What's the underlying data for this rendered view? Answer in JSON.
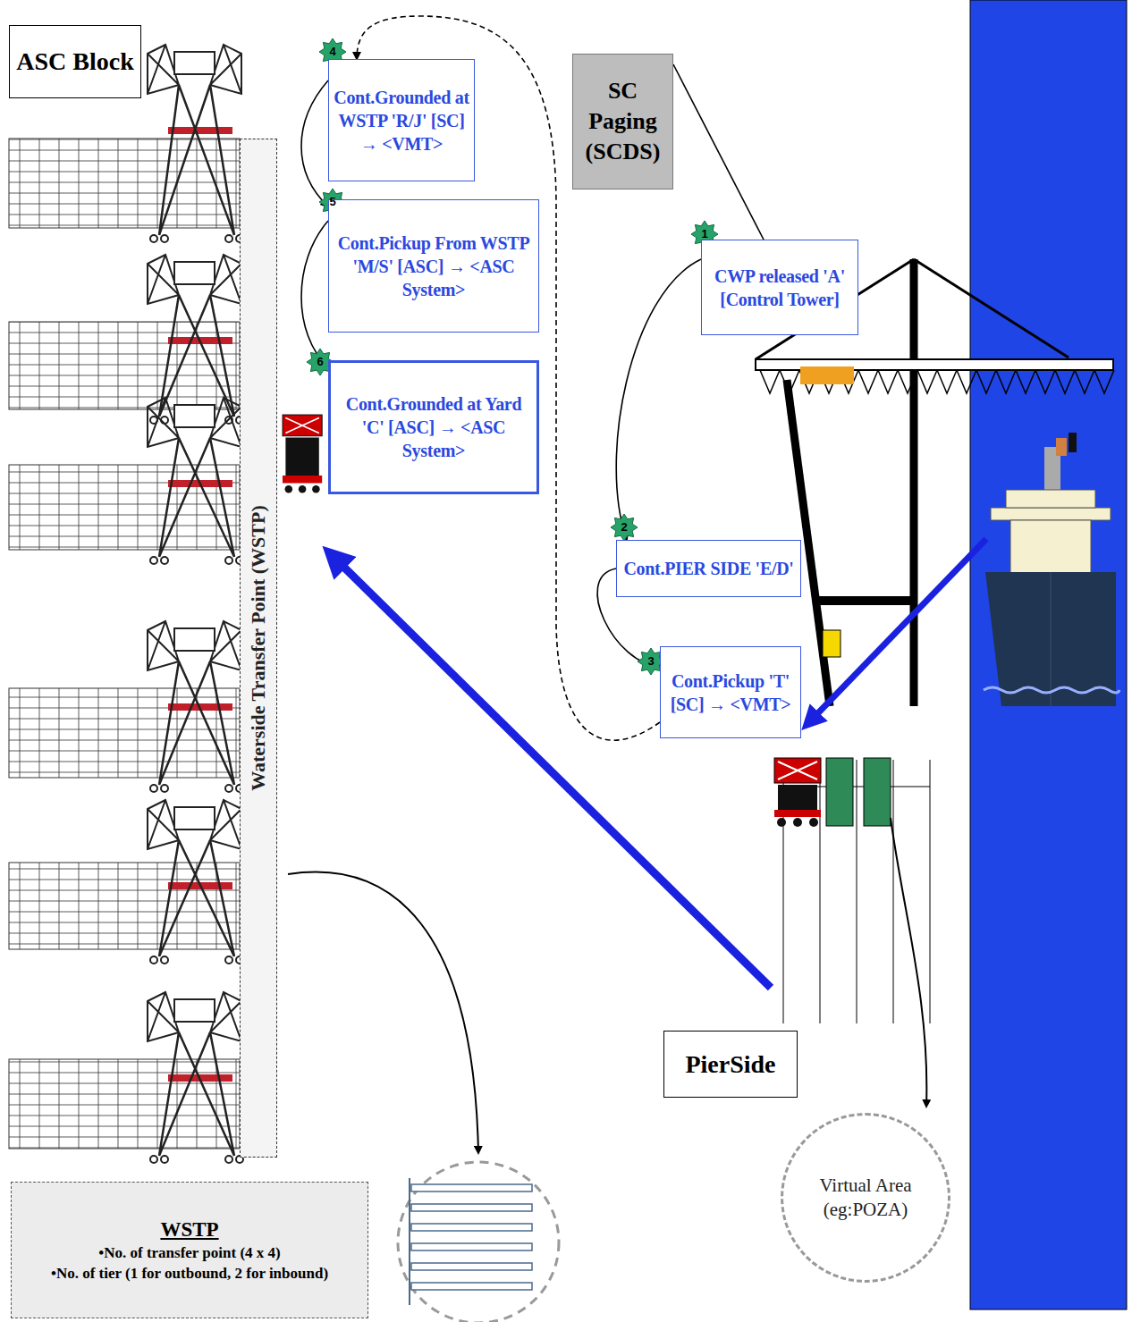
{
  "diagram": {
    "nodes": [
      {
        "text": [
          "ASC Block"
        ]
      },
      {
        "text": [
          "SC Paging (SCDS)"
        ]
      },
      {
        "text": [
          "Cont.Grounded at WSTP 'R/J' [SC] → <VMT>"
        ]
      },
      {
        "text": [
          "Cont.Pickup From WSTP 'M/S' [ASC] → <ASC System>"
        ]
      },
      {
        "text": [
          "Cont.Grounded at Yard 'C' [ASC] → <ASC System>"
        ]
      },
      {
        "text": [
          "CWP released 'A' [Control Tower]"
        ]
      },
      {
        "text": [
          "Cont.PIER SIDE 'E/D'"
        ]
      },
      {
        "text": [
          "Cont.Pickup 'T' [SC] → <VMT>"
        ]
      },
      {
        "text": [
          "Waterside Transfer Point (WSTP)"
        ]
      },
      {
        "text": [
          "PierSide"
        ]
      },
      {
        "text": [
          "Virtual Area (eg:POZA)"
        ]
      },
      {
        "text": [
          "WSTP",
          "•No. of transfer point (4 x 4)",
          "•No. of tier (1 for outbound, 2 for inbound)"
        ]
      }
    ],
    "edges": [
      {
        "from": 5,
        "to": 6,
        "arrow": "to"
      },
      {
        "from": 6,
        "to": 7,
        "arrow": "to"
      },
      {
        "from": 7,
        "to": 2,
        "arrow": "to"
      },
      {
        "from": 2,
        "to": 3,
        "arrow": "to"
      },
      {
        "from": 3,
        "to": 4,
        "arrow": "to"
      },
      {
        "from": 1,
        "to": 5,
        "arrow": "none"
      }
    ],
    "labels": [
      "4",
      "5",
      "6",
      "1",
      "2",
      "3"
    ]
  }
}
